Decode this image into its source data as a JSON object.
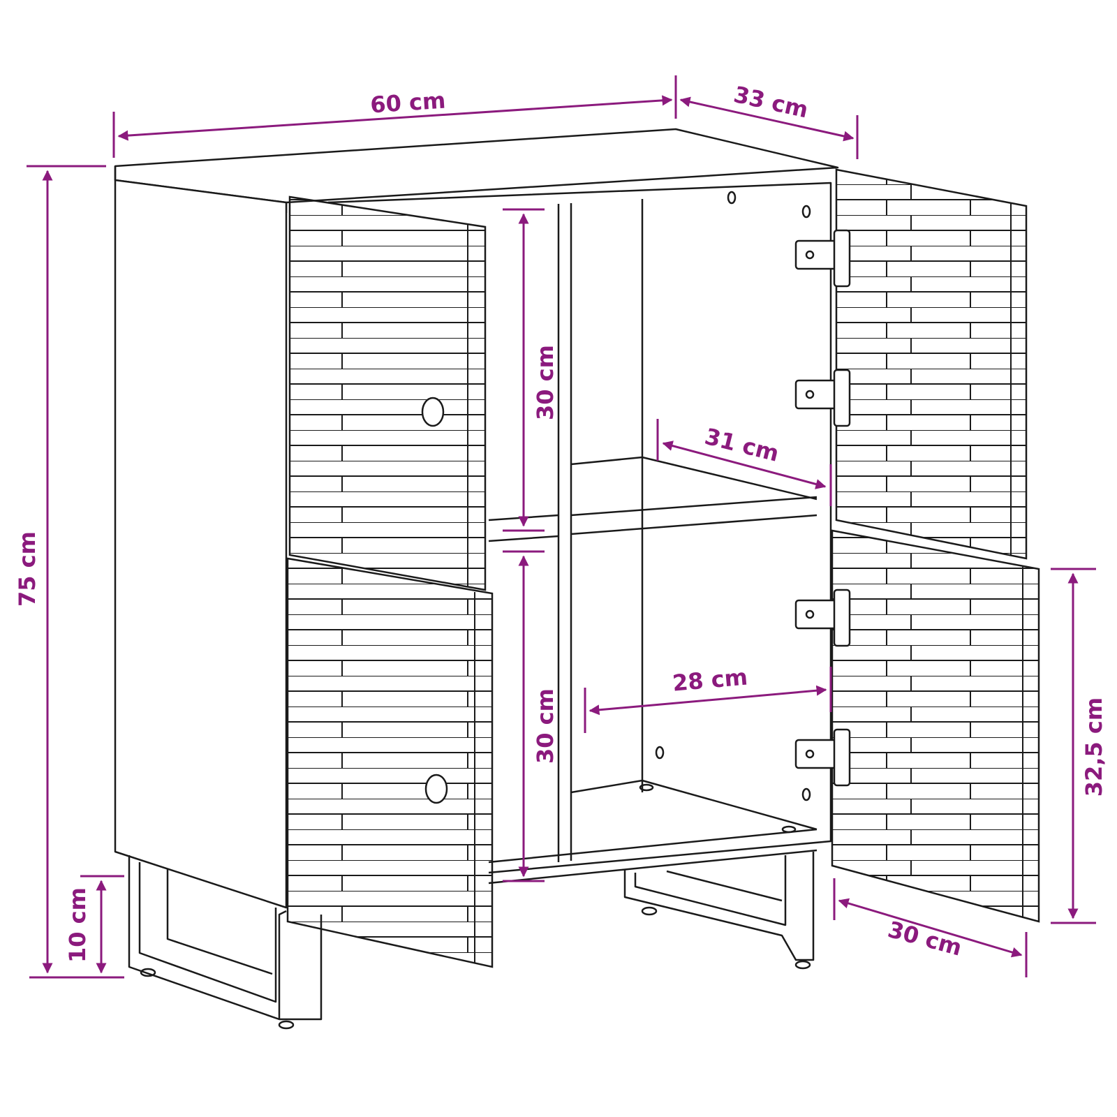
{
  "colors": {
    "dimension": "#8b1a7d",
    "line": "#1a1a1a",
    "background": "#ffffff"
  },
  "dimensions": {
    "width": "60 cm",
    "depth": "33 cm",
    "height": "75 cm",
    "upper_compartment_height": "30 cm",
    "lower_compartment_height": "30 cm",
    "upper_shelf_depth": "31 cm",
    "lower_shelf_width": "28 cm",
    "door_height": "32,5 cm",
    "door_width": "30 cm",
    "leg_height": "10 cm"
  }
}
